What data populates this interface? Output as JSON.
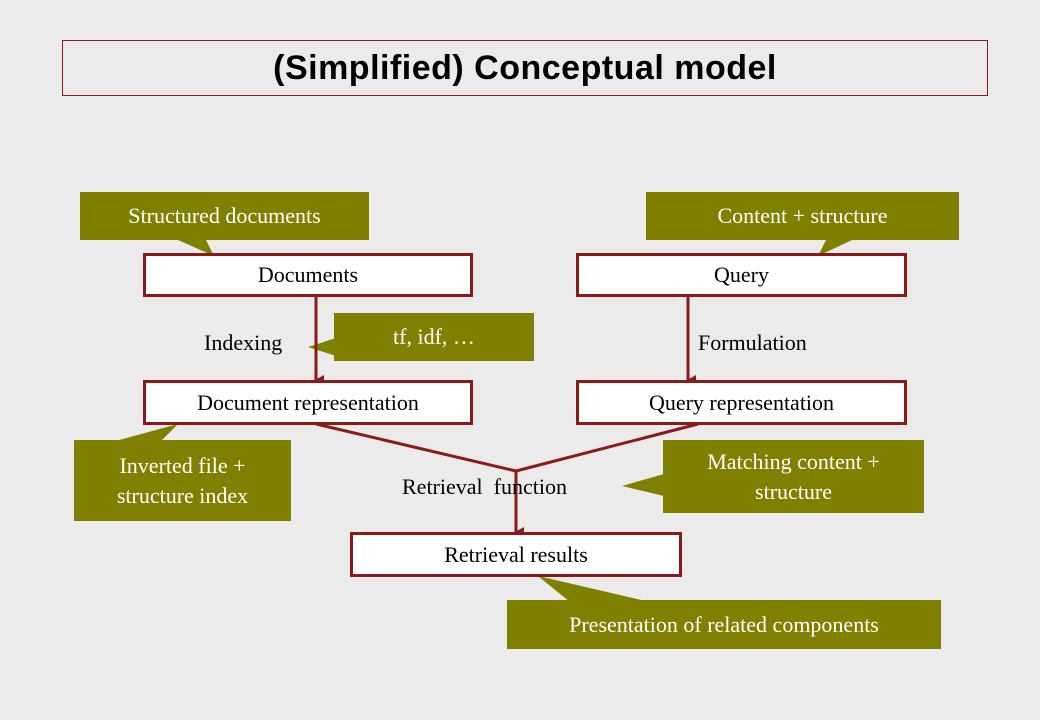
{
  "title": "(Simplified) Conceptual model",
  "boxes": {
    "documents": "Documents",
    "query": "Query",
    "document_representation": "Document representation",
    "query_representation": "Query representation",
    "retrieval_results": "Retrieval results"
  },
  "labels": {
    "indexing": "Indexing",
    "formulation": "Formulation",
    "retrieval_function": "Retrieval  function"
  },
  "callouts": {
    "structured_documents": "Structured documents",
    "content_structure": "Content + structure",
    "tf_idf": "tf, idf, …",
    "inverted_file_line1": "Inverted file +",
    "inverted_file_line2": "structure index",
    "matching_line1": "Matching content +",
    "matching_line2": "structure",
    "presentation": "Presentation of related components"
  },
  "colors": {
    "box_border": "#8b1a1a",
    "callout_fill": "#808000",
    "background": "#ebebeb"
  }
}
